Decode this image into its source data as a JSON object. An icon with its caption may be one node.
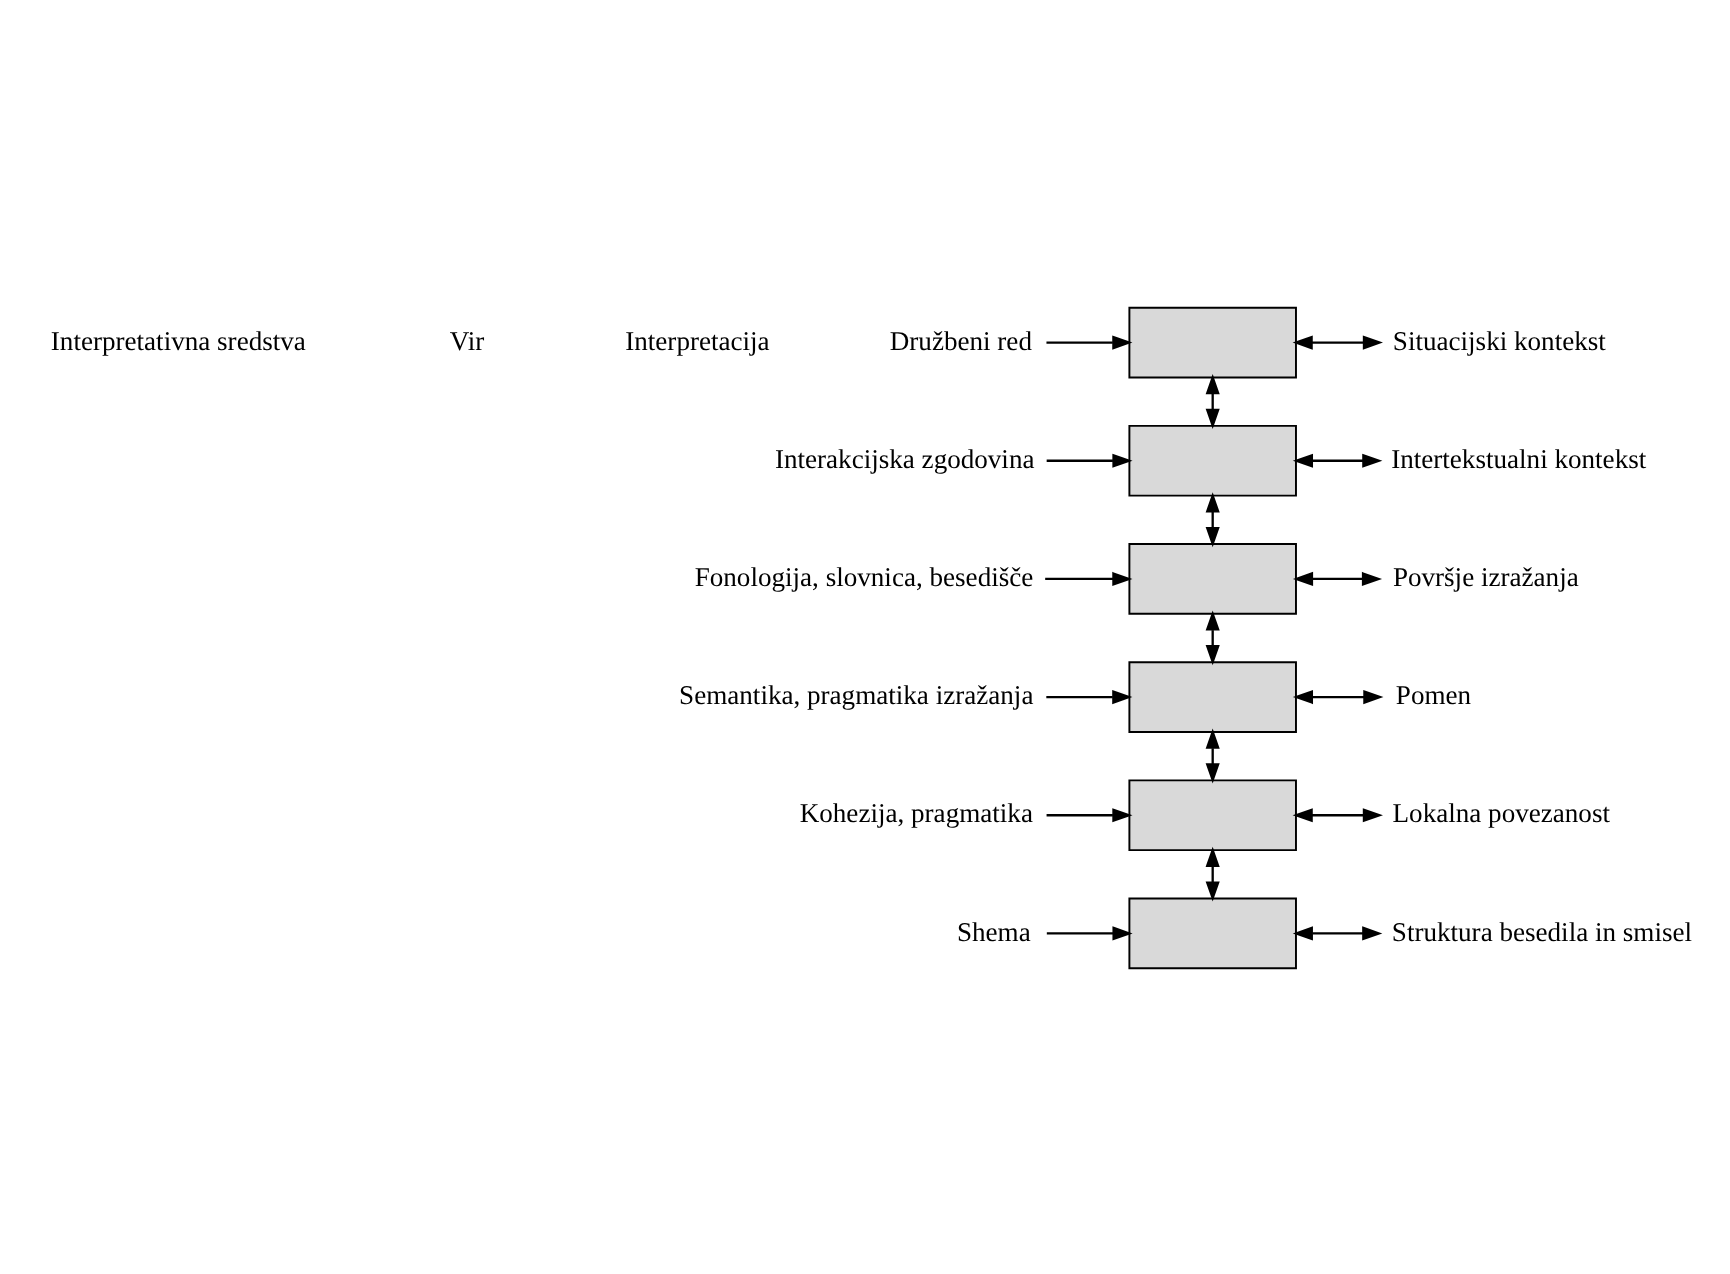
{
  "diagram": {
    "nodes": [
      {
        "text": [
          "Družbeni red"
        ]
      },
      {
        "text": [],
        "shape": "box"
      },
      {
        "text": [
          "Situacijski kontekst"
        ]
      },
      {
        "text": [
          "Interakcijska zgodovina"
        ]
      },
      {
        "text": [],
        "shape": "box"
      },
      {
        "text": [
          "Intertekstualni kontekst"
        ]
      },
      {
        "text": [
          "Fonologija, slovnica, besedišče"
        ]
      },
      {
        "text": [],
        "shape": "box"
      },
      {
        "text": [
          "Površje izražanja"
        ]
      },
      {
        "text": [
          "Semantika, pragmatika izražanja"
        ]
      },
      {
        "text": [],
        "shape": "box"
      },
      {
        "text": [
          "Pomen"
        ]
      },
      {
        "text": [
          "Kohezija, pragmatika"
        ]
      },
      {
        "text": [],
        "shape": "box"
      },
      {
        "text": [
          "Lokalna povezanost"
        ]
      },
      {
        "text": [
          "Shema"
        ]
      },
      {
        "text": [],
        "shape": "box"
      },
      {
        "text": [
          "Struktura besedila in smisel"
        ]
      }
    ],
    "edges": [
      {
        "from": 0,
        "to": 1,
        "arrow": "to"
      },
      {
        "from": 1,
        "to": 2,
        "arrow": "both"
      },
      {
        "from": 1,
        "to": 4,
        "arrow": "both"
      },
      {
        "from": 3,
        "to": 4,
        "arrow": "to"
      },
      {
        "from": 4,
        "to": 5,
        "arrow": "both"
      },
      {
        "from": 4,
        "to": 7,
        "arrow": "both"
      },
      {
        "from": 6,
        "to": 7,
        "arrow": "to"
      },
      {
        "from": 7,
        "to": 8,
        "arrow": "both"
      },
      {
        "from": 7,
        "to": 10,
        "arrow": "both"
      },
      {
        "from": 9,
        "to": 10,
        "arrow": "to"
      },
      {
        "from": 10,
        "to": 11,
        "arrow": "both"
      },
      {
        "from": 10,
        "to": 13,
        "arrow": "both"
      },
      {
        "from": 12,
        "to": 13,
        "arrow": "to"
      },
      {
        "from": 13,
        "to": 14,
        "arrow": "both"
      },
      {
        "from": 13,
        "to": 16,
        "arrow": "both"
      },
      {
        "from": 15,
        "to": 16,
        "arrow": "to"
      },
      {
        "from": 16,
        "to": 17,
        "arrow": "both"
      }
    ],
    "labels": [
      "Interpretativna sredstva",
      "Vir",
      "Interpretacija"
    ]
  }
}
